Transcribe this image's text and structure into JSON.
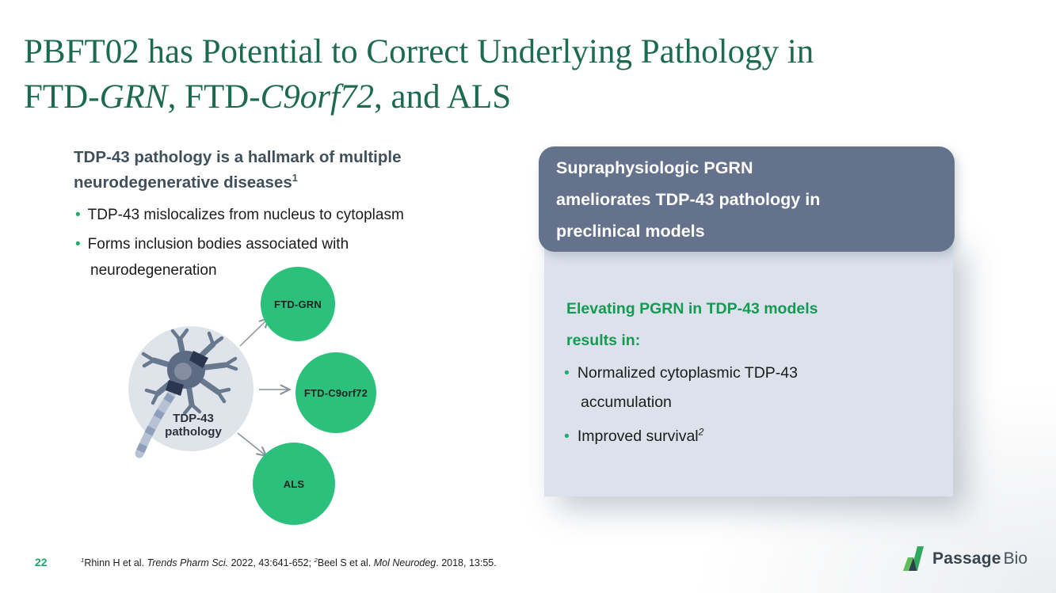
{
  "slide": {
    "title": {
      "line1": "PBFT02 has Potential to Correct Underlying Pathology in",
      "line2_segments": [
        {
          "t": "FTD-"
        },
        {
          "t": "GRN",
          "i": true
        },
        {
          "t": ", FTD-"
        },
        {
          "t": "C9orf72",
          "i": true
        },
        {
          "t": ", and ALS"
        }
      ]
    },
    "left": {
      "heading_segments": [
        {
          "t": "TDP-43 pathology is a hallmark of multiple neurodegenerative diseases"
        },
        {
          "t": "1",
          "sup": true
        }
      ],
      "bullets": [
        "TDP-43 mislocalizes from nucleus to cytoplasm",
        "Forms inclusion bodies associated with neurodegeneration"
      ]
    },
    "diagram": {
      "center_label": "TDP-43 pathology",
      "nodes": [
        "FTD-GRN",
        "FTD-C9orf72",
        "ALS"
      ]
    },
    "right": {
      "header_lines": [
        "Supraphysiologic PGRN",
        "ameliorates TDP-43 pathology in",
        "preclinical models"
      ],
      "body_heading_lines": [
        "Elevating PGRN in TDP-43 models",
        "results in:"
      ],
      "bullets": [
        {
          "segments": [
            {
              "t": "Normalized cytoplasmic TDP-43 accumulation"
            }
          ]
        },
        {
          "segments": [
            {
              "t": "Improved survival"
            },
            {
              "t": "2",
              "sup": true,
              "i": true
            }
          ]
        }
      ]
    },
    "footer": {
      "page_number": "22",
      "footnote_segments": [
        {
          "t": "1",
          "sup": true,
          "i": true
        },
        {
          "t": "Rhinn H et al. "
        },
        {
          "t": "Trends Pharm Sci.",
          "i": true
        },
        {
          "t": " 2022, 43:641-652; "
        },
        {
          "t": "2",
          "sup": true,
          "i": true
        },
        {
          "t": "Beel S et al. "
        },
        {
          "t": "Mol Neurodeg",
          "i": true
        },
        {
          "t": ". 2018, 13:55."
        }
      ],
      "logo": {
        "brand_bold": "Passage",
        "brand_light": "Bio"
      }
    }
  },
  "colors": {
    "title_green": "#1D6A52",
    "heading_slate": "#40505B",
    "text_dark": "#1B1B1B",
    "bullet_green": "#23AD6B",
    "node_green": "#2BC17D",
    "panel_header_bg": "#65728C",
    "panel_body_bg": "#DCE2EB",
    "panel_green": "#149B52",
    "page_num_green": "#1FA36B",
    "logo_navy": "#36454F",
    "logo_green_light": "#5FBE5A",
    "logo_green_dark": "#2EA95B"
  }
}
